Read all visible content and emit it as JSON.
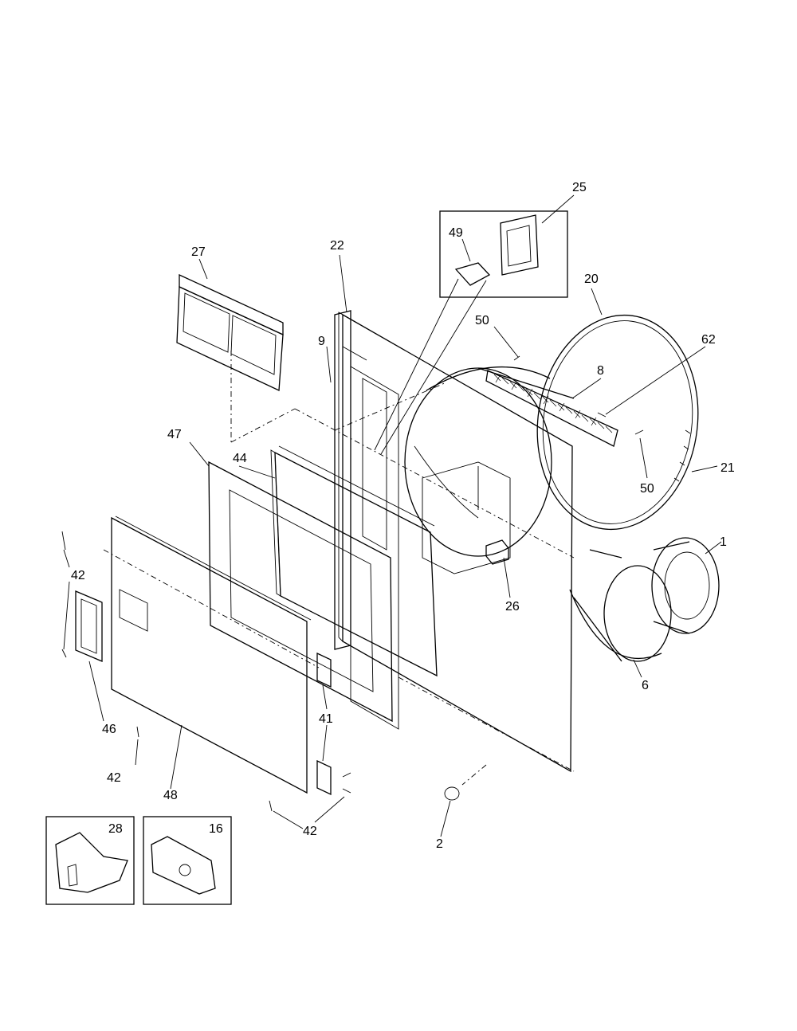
{
  "callouts": {
    "c25": "25",
    "c49": "49",
    "c22": "22",
    "c27": "27",
    "c20": "20",
    "c50a": "50",
    "c62": "62",
    "c9": "9",
    "c8": "8",
    "c47": "47",
    "c44": "44",
    "c21": "21",
    "c50b": "50",
    "c1": "1",
    "c42a": "42",
    "c26": "26",
    "c6": "6",
    "c41": "41",
    "c46": "46",
    "c42b": "42",
    "c48": "48",
    "c42c": "42",
    "c2": "2",
    "c28": "28",
    "c16": "16"
  }
}
